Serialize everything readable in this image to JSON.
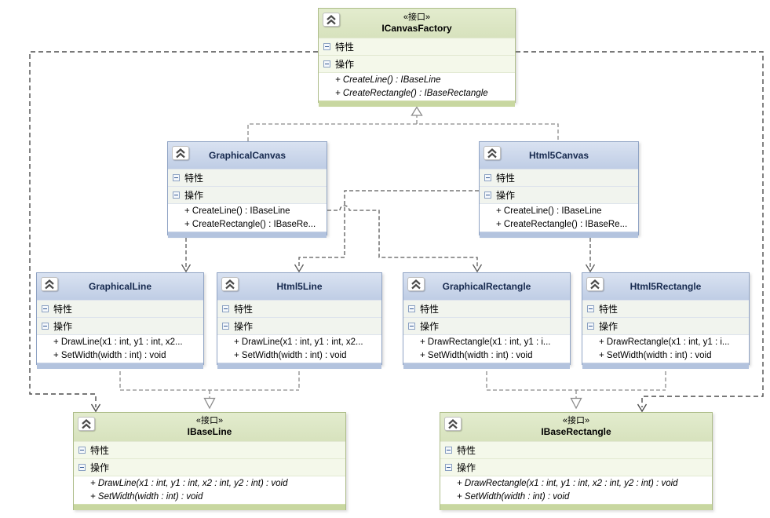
{
  "labels": {
    "attributes_section": "特性",
    "operations_section": "操作"
  },
  "classes": {
    "factory": {
      "stereotype": "«接口»",
      "name": "ICanvasFactory",
      "members": [
        "+ CreateLine() : IBaseLine",
        "+ CreateRectangle() : IBaseRectangle"
      ]
    },
    "graphical_canvas": {
      "name": "GraphicalCanvas",
      "members": [
        "+ CreateLine() : IBaseLine",
        "+ CreateRectangle() : IBaseRe..."
      ]
    },
    "html5_canvas": {
      "name": "Html5Canvas",
      "members": [
        "+ CreateLine() : IBaseLine",
        "+ CreateRectangle() : IBaseRe..."
      ]
    },
    "graphical_line": {
      "name": "GraphicalLine",
      "members": [
        "+ DrawLine(x1 : int, y1 : int, x2...",
        "+ SetWidth(width : int) : void"
      ]
    },
    "html5_line": {
      "name": "Html5Line",
      "members": [
        "+ DrawLine(x1 : int, y1 : int, x2...",
        "+ SetWidth(width : int) : void"
      ]
    },
    "graphical_rectangle": {
      "name": "GraphicalRectangle",
      "members": [
        "+ DrawRectangle(x1 : int, y1 : i...",
        "+ SetWidth(width : int) : void"
      ]
    },
    "html5_rectangle": {
      "name": "Html5Rectangle",
      "members": [
        "+ DrawRectangle(x1 : int, y1 : i...",
        "+ SetWidth(width : int) : void"
      ]
    },
    "ibase_line": {
      "stereotype": "«接口»",
      "name": "IBaseLine",
      "members": [
        "+ DrawLine(x1 : int, y1 : int, x2 : int, y2 : int) : void",
        "+ SetWidth(width : int) : void"
      ]
    },
    "ibase_rectangle": {
      "stereotype": "«接口»",
      "name": "IBaseRectangle",
      "members": [
        "+ DrawRectangle(x1 : int, y1 : int, x2 : int, y2 : int) : void",
        "+ SetWidth(width : int) : void"
      ]
    }
  },
  "colors": {
    "interface_header": "#dfe9c9",
    "interface_border": "#aebd8a",
    "interface_strip": "#c8d7a0",
    "class_header": "#c9d5ea",
    "class_border": "#8fa3c4",
    "class_strip": "#b3c3de",
    "realization_line": "#8c8c8c",
    "dependency_line": "#4d4d4d"
  }
}
